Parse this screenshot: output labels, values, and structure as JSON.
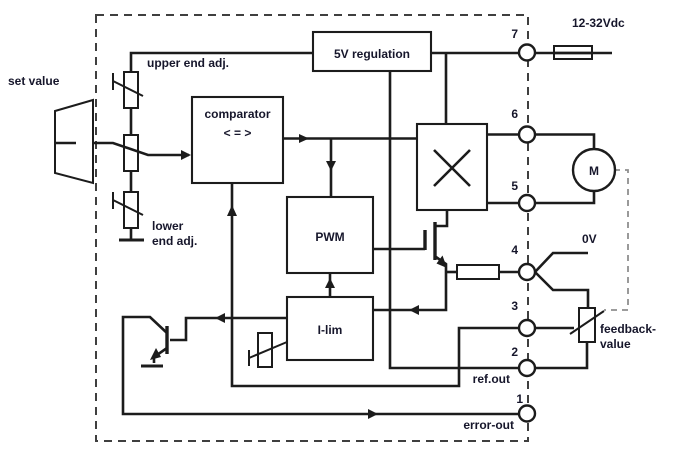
{
  "labels": {
    "set_value": "set value",
    "upper_end_adj": "upper end adj.",
    "lower_end_adj_line1": "lower",
    "lower_end_adj_line2": "end adj.",
    "supply": "12-32Vdc",
    "zero_volt": "0V",
    "feedback_line1": "feedback-",
    "feedback_line2": "value",
    "ref_out": "ref.out",
    "error_out": "error-out"
  },
  "blocks": {
    "regulator": "5V regulation",
    "comparator_title": "comparator",
    "comparator_symbol": "< = >",
    "pwm": "PWM",
    "current_limit": "I-lim"
  },
  "motor": {
    "label": "M"
  },
  "terminals": [
    {
      "number": "7"
    },
    {
      "number": "6"
    },
    {
      "number": "5"
    },
    {
      "number": "4"
    },
    {
      "number": "3"
    },
    {
      "number": "2"
    },
    {
      "number": "1"
    }
  ],
  "colors": {
    "wire": "#1c1c1c",
    "text": "#16162b",
    "dashed_border": "#3f3f3f",
    "coupling_dash": "#8f8f8f",
    "background": "#ffffff"
  }
}
